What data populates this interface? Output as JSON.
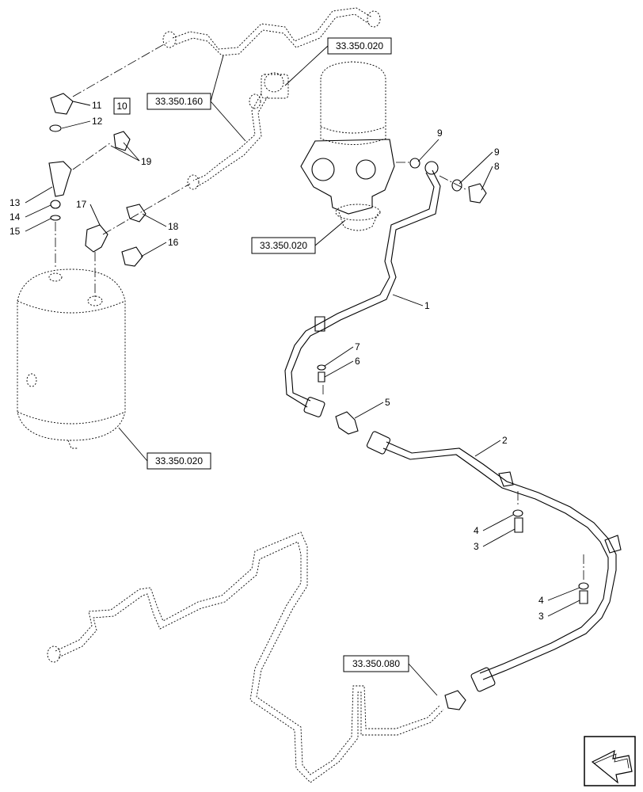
{
  "references": {
    "ref_top": "33.350.020",
    "ref_left": "33.350.160",
    "ref_dryer": "33.350.020",
    "ref_tank": "33.350.020",
    "ref_bottom": "33.350.080"
  },
  "group_box": "10",
  "callouts": {
    "c1": "1",
    "c2": "2",
    "c3a": "3",
    "c3b": "3",
    "c4a": "4",
    "c4b": "4",
    "c5": "5",
    "c6": "6",
    "c7": "7",
    "c8": "8",
    "c9a": "9",
    "c9b": "9",
    "c11": "11",
    "c12": "12",
    "c13": "13",
    "c14": "14",
    "c15": "15",
    "c16": "16",
    "c17": "17",
    "c18": "18",
    "c19": "19"
  },
  "icons": {
    "corner": "next-page-arrow-icon"
  },
  "colors": {
    "ink": "#000000",
    "paper": "#ffffff"
  }
}
